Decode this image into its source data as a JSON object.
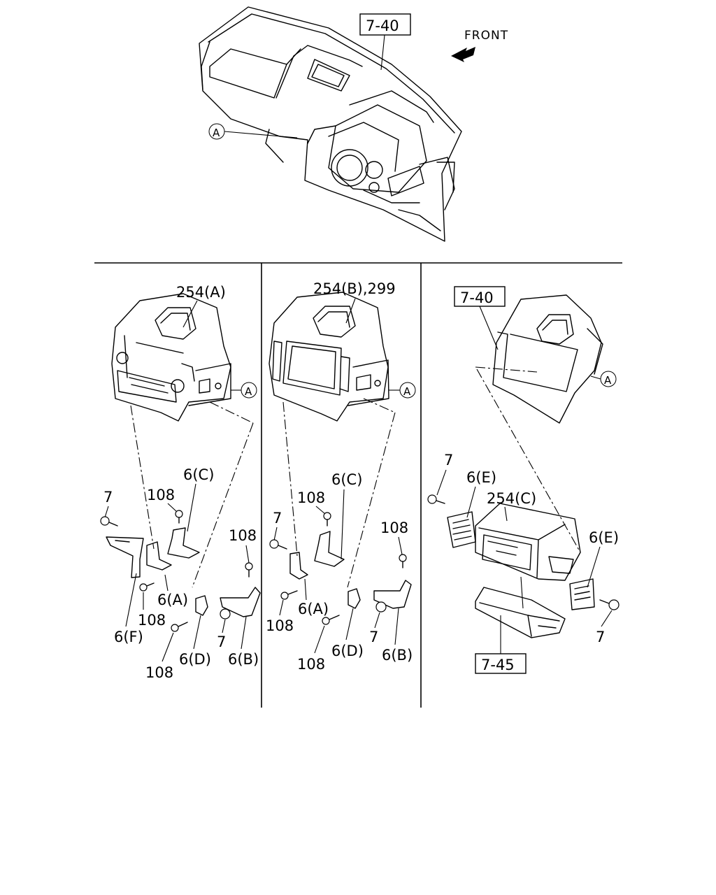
{
  "labels": {
    "ref_top": "7-40",
    "front": "FRONT",
    "circle_a": "A",
    "p1_title": "254(A)",
    "p2_title": "254(B),299",
    "p3_ref": "7-40",
    "p3_unit": "254(C)",
    "p3_pocket": "7-45",
    "n7": "7",
    "n108": "108",
    "b6a": "6(A)",
    "b6b": "6(B)",
    "b6c": "6(C)",
    "b6d": "6(D)",
    "b6e": "6(E)",
    "b6f": "6(F)"
  }
}
